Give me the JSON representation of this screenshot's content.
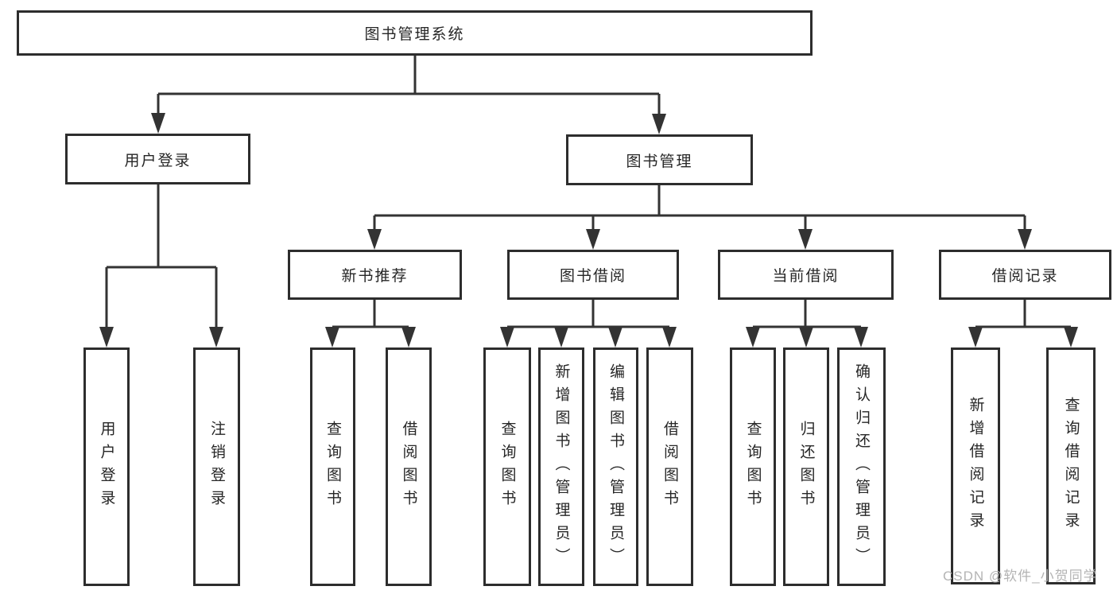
{
  "diagram": {
    "title": "图书管理系统",
    "nodes": [
      {
        "id": "root",
        "label": "图书管理系统",
        "parent": null
      },
      {
        "id": "user-login",
        "label": "用户登录",
        "parent": "root"
      },
      {
        "id": "book-mgmt",
        "label": "图书管理",
        "parent": "root"
      },
      {
        "id": "new-book-rec",
        "label": "新书推荐",
        "parent": "book-mgmt"
      },
      {
        "id": "book-borrow",
        "label": "图书借阅",
        "parent": "book-mgmt"
      },
      {
        "id": "current-borrow",
        "label": "当前借阅",
        "parent": "book-mgmt"
      },
      {
        "id": "borrow-records",
        "label": "借阅记录",
        "parent": "book-mgmt"
      },
      {
        "id": "login",
        "label": "用户登录",
        "parent": "user-login"
      },
      {
        "id": "logout",
        "label": "注销登录",
        "parent": "user-login"
      },
      {
        "id": "rec-query-book",
        "label": "查询图书",
        "parent": "new-book-rec"
      },
      {
        "id": "rec-borrow-book",
        "label": "借阅图书",
        "parent": "new-book-rec"
      },
      {
        "id": "bb-query-book",
        "label": "查询图书",
        "parent": "book-borrow"
      },
      {
        "id": "bb-add-book",
        "label": "新增图书（管理员）",
        "parent": "book-borrow"
      },
      {
        "id": "bb-edit-book",
        "label": "编辑图书（管理员）",
        "parent": "book-borrow"
      },
      {
        "id": "bb-borrow-book",
        "label": "借阅图书",
        "parent": "book-borrow"
      },
      {
        "id": "cb-query-book",
        "label": "查询图书",
        "parent": "current-borrow"
      },
      {
        "id": "cb-return-book",
        "label": "归还图书",
        "parent": "current-borrow"
      },
      {
        "id": "cb-confirm-return",
        "label": "确认归还（管理员）",
        "parent": "current-borrow"
      },
      {
        "id": "br-add-record",
        "label": "新增借阅记录",
        "parent": "borrow-records"
      },
      {
        "id": "br-query-record",
        "label": "查询借阅记录",
        "parent": "borrow-records"
      }
    ],
    "line_color": "#333333",
    "watermark": {
      "text": "CSDN @软件_小贺同学",
      "color": "#b4b4b4"
    }
  }
}
